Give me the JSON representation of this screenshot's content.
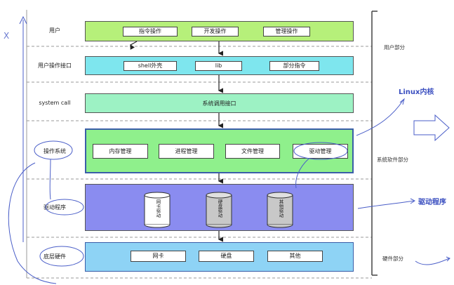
{
  "layers": [
    {
      "label": "用户",
      "items": [
        "指令操作",
        "开发操作",
        "管理操作"
      ]
    },
    {
      "label": "用户操作接口",
      "items": [
        "shell外壳",
        "lib",
        "部分指令"
      ]
    },
    {
      "label": "system call",
      "items": [
        "系统调用接口"
      ]
    },
    {
      "label": "操作系统",
      "items": [
        "内存管理",
        "进程管理",
        "文件管理",
        "驱动管理"
      ]
    },
    {
      "label": "驱动程序",
      "drivers": [
        "网卡驱动",
        "硬盘驱动",
        "其他驱动"
      ]
    },
    {
      "label": "底层硬件",
      "items": [
        "网卡",
        "硬盘",
        "其他"
      ]
    }
  ],
  "side": {
    "user_part": "用户部分",
    "system_part": "系统软件部分",
    "hardware_part": "硬件部分"
  },
  "annotations": {
    "linux_kernel": "Linux内核",
    "driver_program": "驱动程序",
    "x_mark": "X"
  },
  "colors": {
    "user": "#b6f07a",
    "interface": "#7ee6ee",
    "syscall": "#9df2c4",
    "os": "#8ff08c",
    "driver": "#8a8cf0",
    "hardware": "#8ed3f5",
    "annotation": "#3b4fc0"
  }
}
